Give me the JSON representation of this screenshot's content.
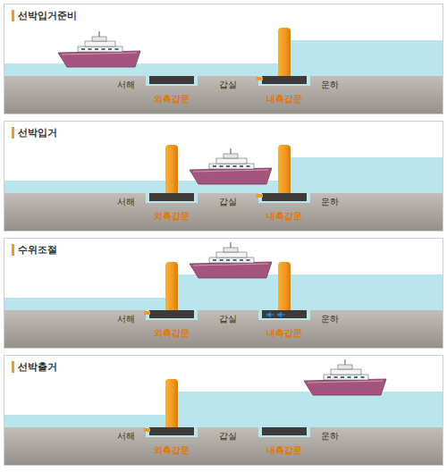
{
  "diagram": {
    "nodes": [
      {
        "text": [
          "선박입거준비",
          "서해",
          "갑실",
          "운하",
          "외측갑문",
          "내측갑문"
        ]
      },
      {
        "text": [
          "선박입거",
          "서해",
          "갑실",
          "운하",
          "외측갑문",
          "내측갑문"
        ]
      },
      {
        "text": [
          "수위조절",
          "서해",
          "갑실",
          "운하",
          "외측갑문",
          "내측갑문"
        ]
      },
      {
        "text": [
          "선박출거",
          "서해",
          "갑실",
          "운하",
          "외측갑문",
          "내측갑문"
        ]
      }
    ]
  }
}
